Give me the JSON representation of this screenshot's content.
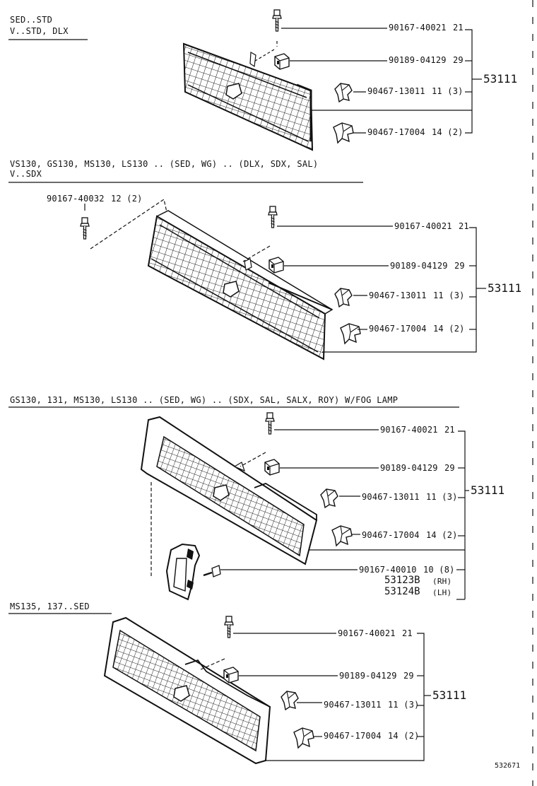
{
  "sections": [
    {
      "header_lines": [
        "SED..STD",
        "V..STD, DLX"
      ],
      "assembly": "53111",
      "parts": [
        {
          "pn": "90167-40021",
          "qty": "21"
        },
        {
          "pn": "90189-04129",
          "qty": "29"
        },
        {
          "pn": "90467-13011",
          "qty": "11 (3)"
        },
        {
          "pn": "90467-17004",
          "qty": "14 (2)"
        }
      ]
    },
    {
      "header_lines": [
        "VS130, GS130, MS130, LS130 .. (SED, WG) .. (DLX, SDX, SAL)",
        "V..SDX"
      ],
      "assembly": "53111",
      "side_part": {
        "pn": "90167-40032",
        "qty": "12 (2)"
      },
      "parts": [
        {
          "pn": "90167-40021",
          "qty": "21"
        },
        {
          "pn": "90189-04129",
          "qty": "29"
        },
        {
          "pn": "90467-13011",
          "qty": "11 (3)"
        },
        {
          "pn": "90467-17004",
          "qty": "14 (2)"
        }
      ]
    },
    {
      "header_lines": [
        "GS130, 131, MS130, LS130 .. (SED, WG) .. (SDX, SAL, SALX, ROY)  W/FOG LAMP"
      ],
      "assembly": "53111",
      "parts": [
        {
          "pn": "90167-40021",
          "qty": "21"
        },
        {
          "pn": "90189-04129",
          "qty": "29"
        },
        {
          "pn": "90467-13011",
          "qty": "11 (3)"
        },
        {
          "pn": "90467-17004",
          "qty": "14 (2)"
        },
        {
          "pn": "90167-40010",
          "qty": "10 (8)"
        }
      ],
      "extra_refs": [
        {
          "pn": "53123B",
          "side": "(RH)"
        },
        {
          "pn": "53124B",
          "side": "(LH)"
        }
      ]
    },
    {
      "header_lines": [
        "MS135, 137..SED"
      ],
      "assembly": "53111",
      "parts": [
        {
          "pn": "90167-40021",
          "qty": "21"
        },
        {
          "pn": "90189-04129",
          "qty": "29"
        },
        {
          "pn": "90467-13011",
          "qty": "11 (3)"
        },
        {
          "pn": "90467-17004",
          "qty": "14 (2)"
        }
      ]
    }
  ],
  "doc_number": "532671"
}
